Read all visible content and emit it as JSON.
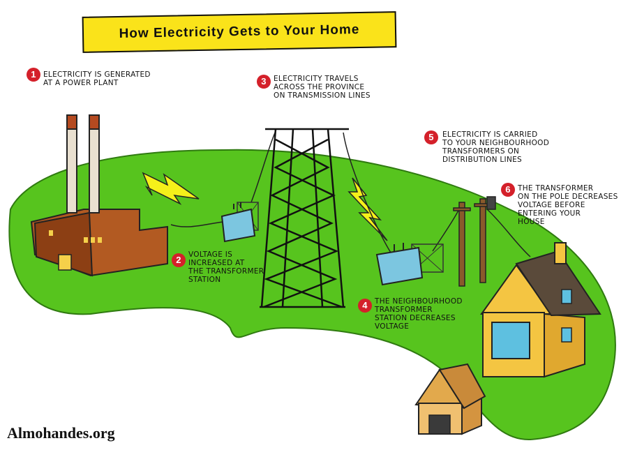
{
  "title": "How Electricity Gets to Your Home",
  "steps": [
    {
      "num": "1",
      "text": "Electricity is generated\nat a power plant"
    },
    {
      "num": "2",
      "text": "Voltage is\nincreased at\nthe transformer\nstation"
    },
    {
      "num": "3",
      "text": "Electricity travels\nacross the province\non transmission lines"
    },
    {
      "num": "4",
      "text": "The neighbourhood\ntransformer\nstation decreases\nvoltage"
    },
    {
      "num": "5",
      "text": "Electricity is carried\nto your neighbourhood\ntransformers on\ndistribution lines"
    },
    {
      "num": "6",
      "text": "The transformer\non the pole decreases\nvoltage before\nentering your\nhouse"
    }
  ],
  "watermark": "Almohandes.org",
  "colors": {
    "grass": "#57c41e",
    "banner": "#fae31a",
    "badge": "#d4202a",
    "bolt": "#f5f01a",
    "transformer": "#7cc6e0",
    "house": "#f4c542"
  }
}
